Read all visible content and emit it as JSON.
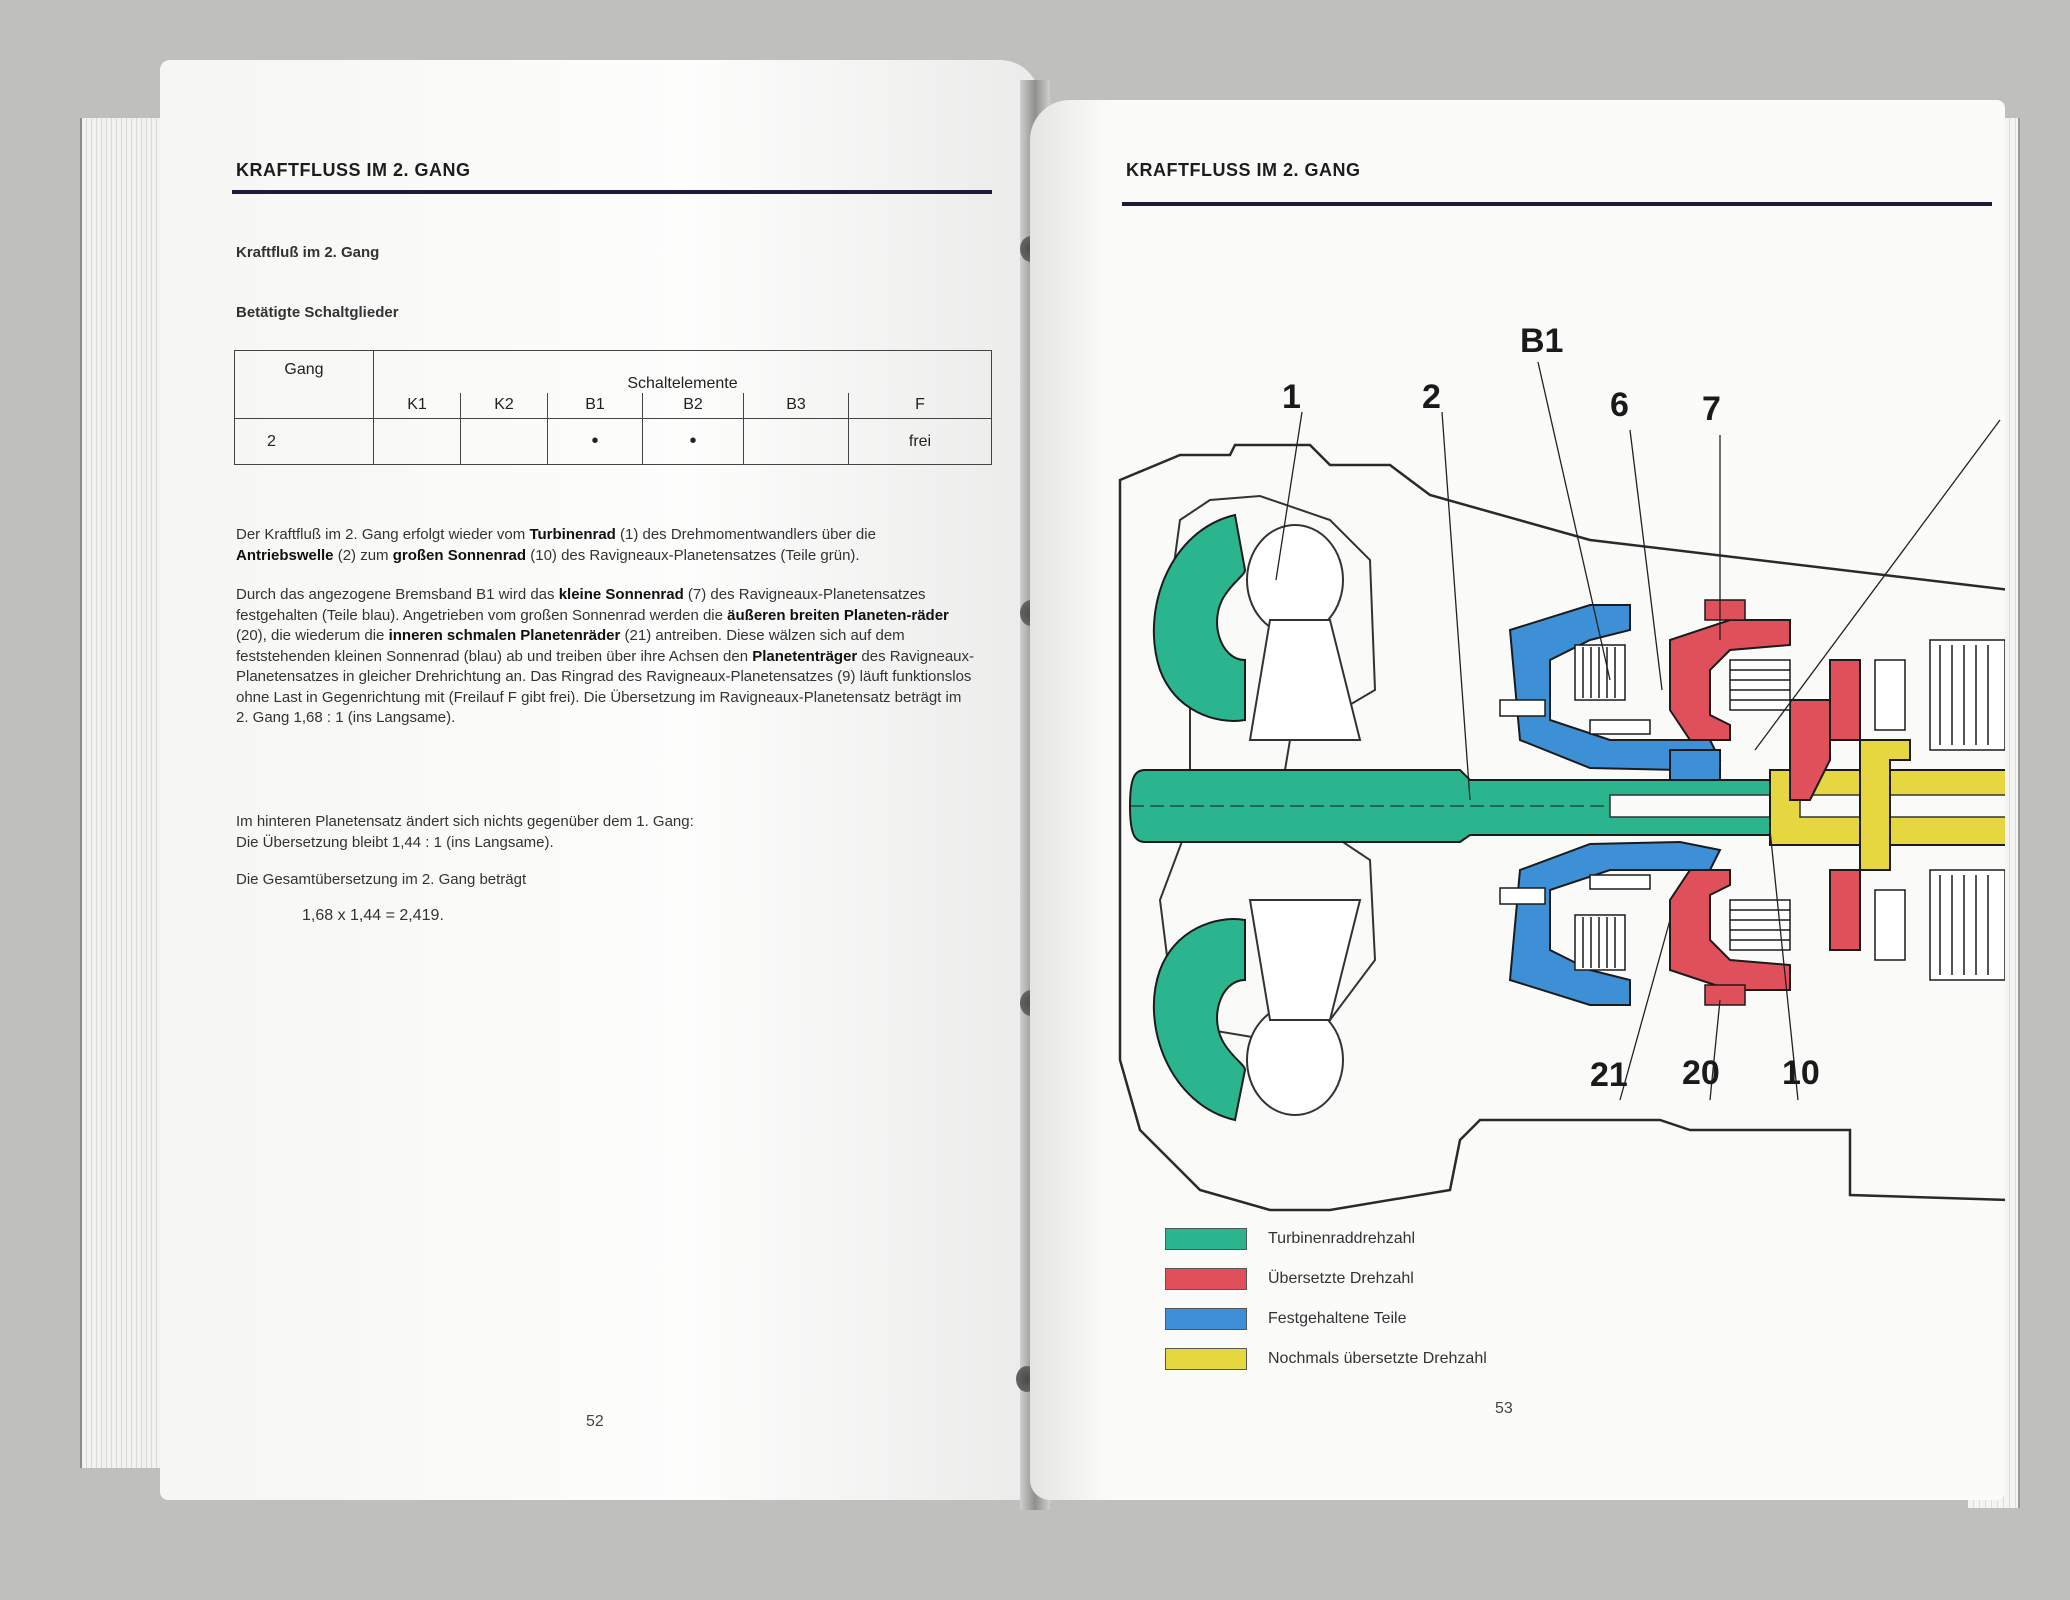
{
  "left_page": {
    "header": "KRAFTFLUSS IM 2. GANG",
    "subtitle": "Kraftfluß im 2. Gang",
    "section": "Betätigte Schaltglieder",
    "table": {
      "gang_header": "Gang",
      "group_header": "Schaltelemente",
      "columns": [
        "K1",
        "K2",
        "B1",
        "B2",
        "B3",
        "F"
      ],
      "row": {
        "gang": "2",
        "K1": "",
        "K2": "",
        "B1": "•",
        "B2": "•",
        "B3": "",
        "F": "frei"
      }
    },
    "p1": {
      "a": "Der Kraftfluß im 2. Gang erfolgt wieder vom ",
      "b": "Turbinenrad",
      "c": " (1) des Drehmomentwandlers über die ",
      "d": "Antriebswelle",
      "e": " (2) zum ",
      "f": "großen Sonnenrad",
      "g": " (10) des Ravigneaux-Planetensatzes (Teile grün)."
    },
    "p2": {
      "a": "Durch das angezogene Bremsband B1 wird das ",
      "b": "kleine Sonnenrad",
      "c": " (7) des Ravigneaux-Planetensatzes festgehalten (Teile blau). Angetrieben vom großen Sonnenrad werden die ",
      "d": "äußeren breiten Planeten-räder",
      "e": " (20), die wiederum die ",
      "f": "inneren schmalen Planetenräder",
      "g": " (21) antreiben. Diese wälzen sich auf dem feststehenden kleinen Sonnenrad (blau) ab und treiben über ihre Achsen den ",
      "h": "Planetenträger",
      "i": " des Ravigneaux-Planetensatzes in gleicher Drehrichtung an. Das Ringrad des Ravigneaux-Planetensatzes (9) läuft funktionslos ohne Last in Gegenrichtung mit (Freilauf F gibt frei). Die Übersetzung im Ravigneaux-Planetensatz beträgt im 2. Gang 1,68 : 1 (ins Langsame)."
    },
    "p3": {
      "line1": "Im hinteren Planetensatz ändert sich nichts gegenüber dem 1. Gang:",
      "line2": "Die Übersetzung bleibt 1,44 : 1 (ins Langsame)."
    },
    "p4": "Die Gesamtübersetzung im 2. Gang beträgt",
    "calc": "1,68 x 1,44 = 2,419.",
    "page_number": "52"
  },
  "right_page": {
    "header": "KRAFTFLUSS IM 2. GANG",
    "labels": {
      "l1": "1",
      "l2": "2",
      "lB1": "B1",
      "l6": "6",
      "l7": "7",
      "l21": "21",
      "l20": "20",
      "l10": "10"
    },
    "legend": [
      {
        "text": "Turbinenraddrehzahl",
        "color": "#2bb58f"
      },
      {
        "text": "Übersetzte Drehzahl",
        "color": "#e0505a"
      },
      {
        "text": "Festgehaltene Teile",
        "color": "#3d8fd6"
      },
      {
        "text": "Nochmals übersetzte Drehzahl",
        "color": "#e6d640"
      }
    ],
    "page_number": "53"
  }
}
